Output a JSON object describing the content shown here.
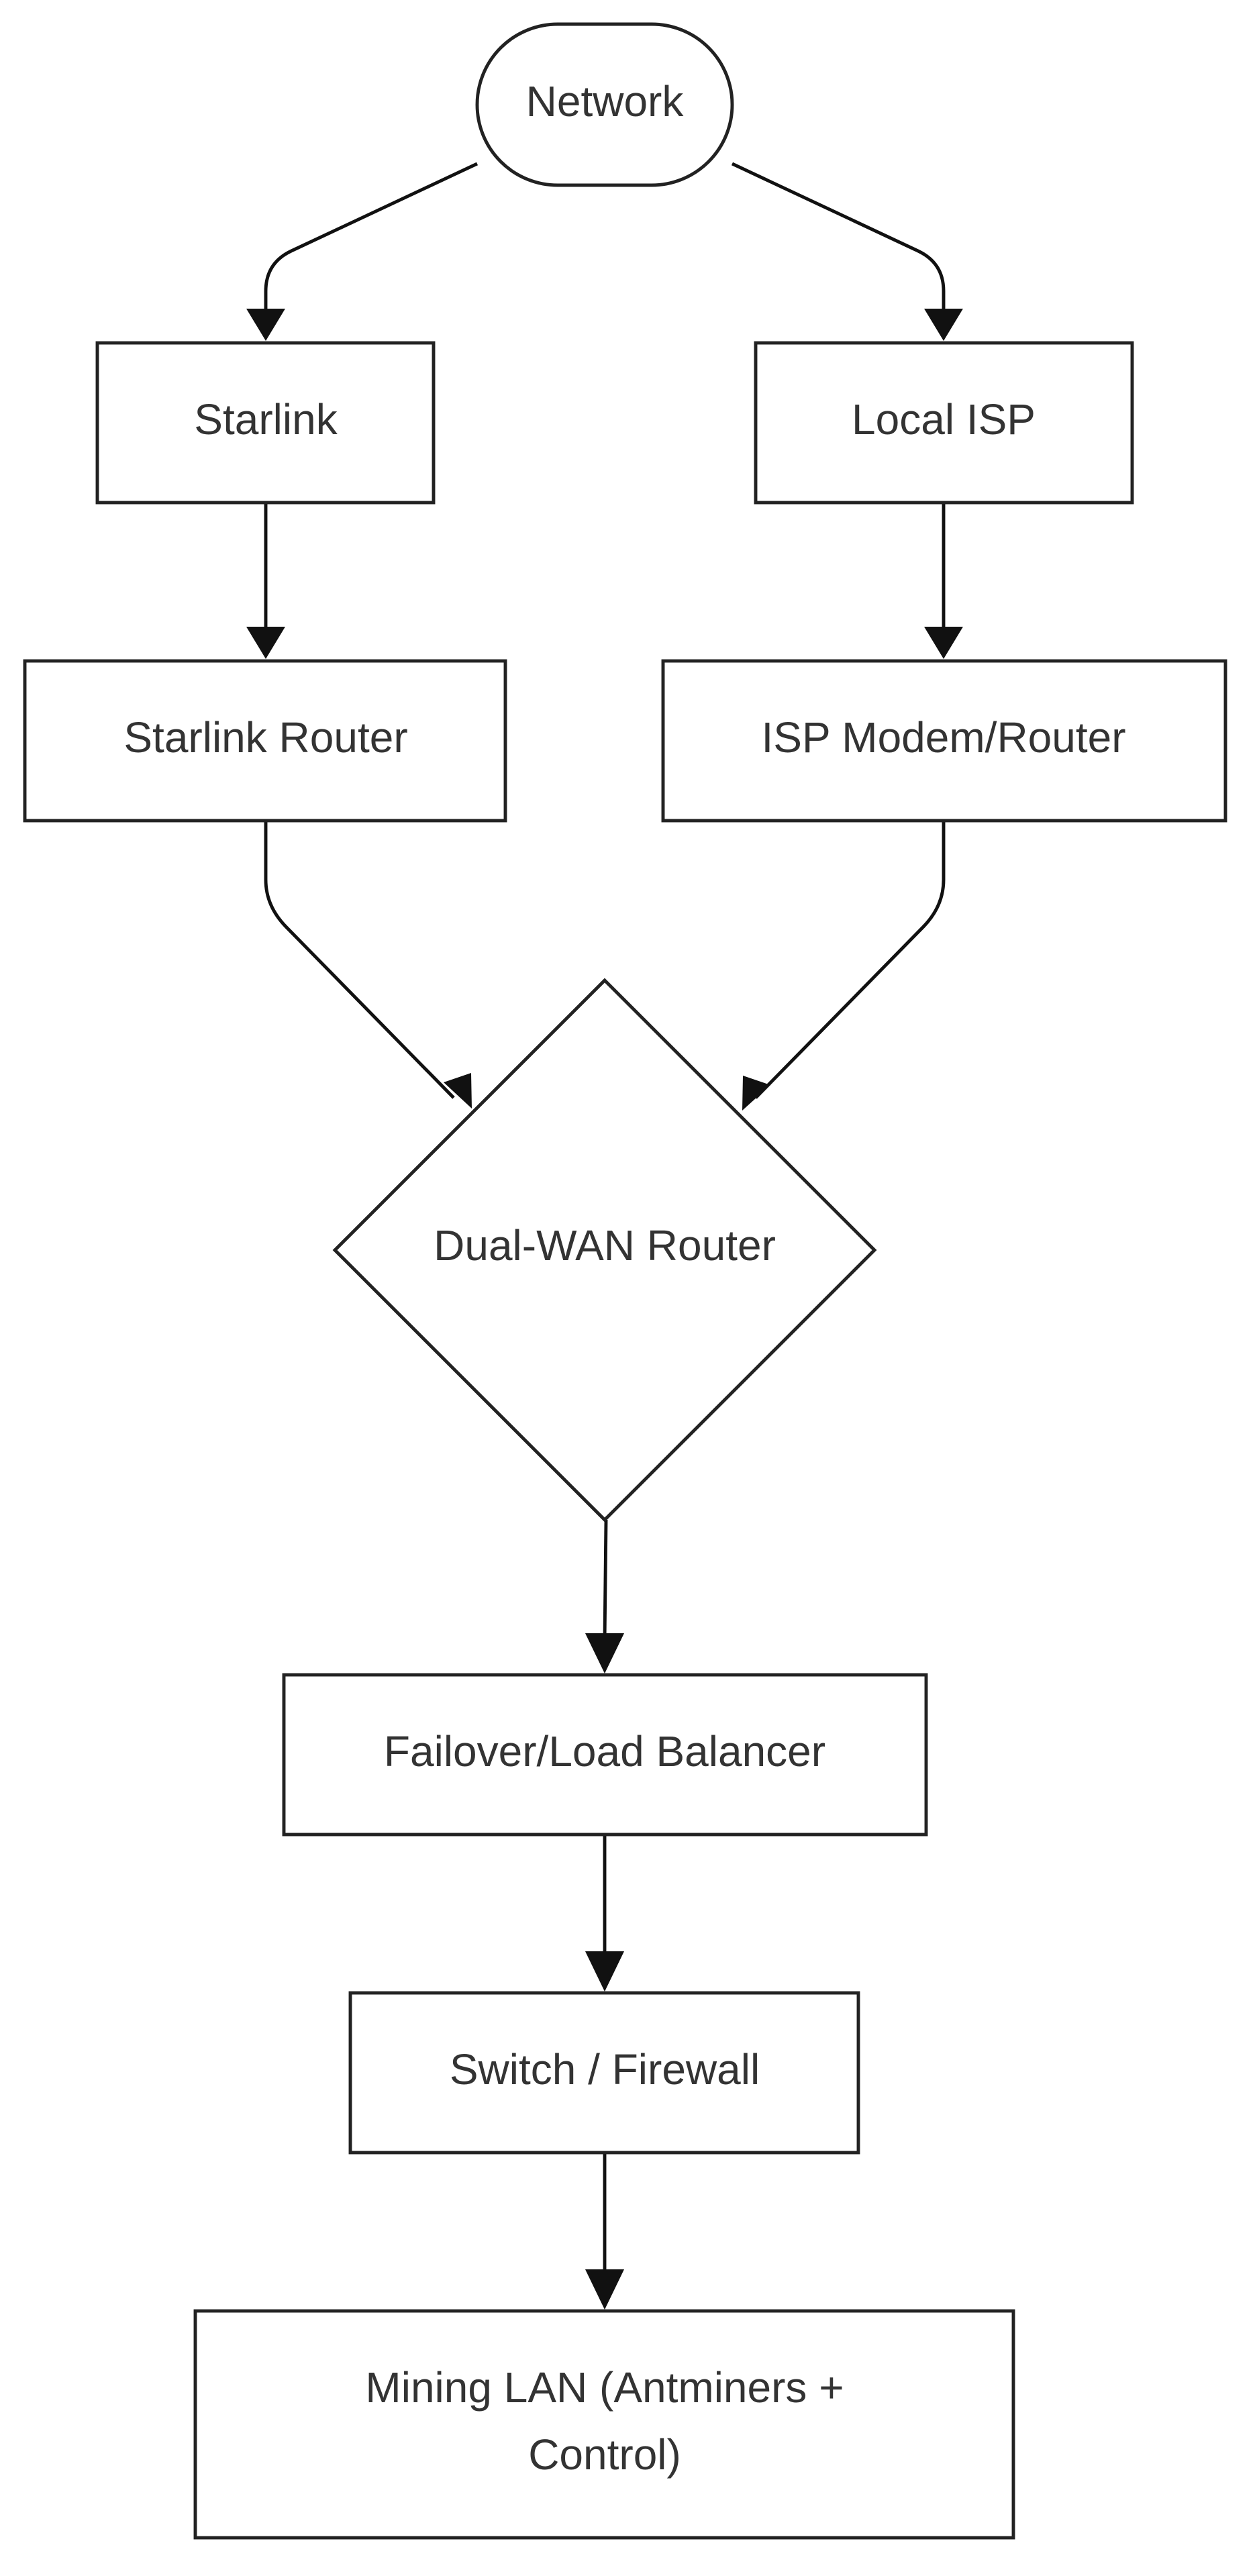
{
  "diagram": {
    "nodes": {
      "network": {
        "label": "Network",
        "shape": "stadium"
      },
      "starlink": {
        "label": "Starlink",
        "shape": "rectangle"
      },
      "local_isp": {
        "label": "Local ISP",
        "shape": "rectangle"
      },
      "starlink_router": {
        "label": "Starlink Router",
        "shape": "rectangle"
      },
      "isp_modem_router": {
        "label": "ISP Modem/Router",
        "shape": "rectangle"
      },
      "dual_wan_router": {
        "label": "Dual-WAN Router",
        "shape": "diamond"
      },
      "failover_load_balancer": {
        "label": "Failover/Load Balancer",
        "shape": "rectangle"
      },
      "switch_firewall": {
        "label": "Switch / Firewall",
        "shape": "rectangle"
      },
      "mining_lan": {
        "label_line1": "Mining LAN (Antminers +",
        "label_line2": "Control)",
        "shape": "rectangle"
      }
    },
    "edges": [
      {
        "from": "network",
        "to": "starlink"
      },
      {
        "from": "network",
        "to": "local_isp"
      },
      {
        "from": "starlink",
        "to": "starlink_router"
      },
      {
        "from": "local_isp",
        "to": "isp_modem_router"
      },
      {
        "from": "starlink_router",
        "to": "dual_wan_router"
      },
      {
        "from": "isp_modem_router",
        "to": "dual_wan_router"
      },
      {
        "from": "dual_wan_router",
        "to": "failover_load_balancer"
      },
      {
        "from": "failover_load_balancer",
        "to": "switch_firewall"
      },
      {
        "from": "switch_firewall",
        "to": "mining_lan"
      }
    ],
    "colors": {
      "stroke": "#222222",
      "text": "#333333",
      "background": "#ffffff"
    }
  }
}
